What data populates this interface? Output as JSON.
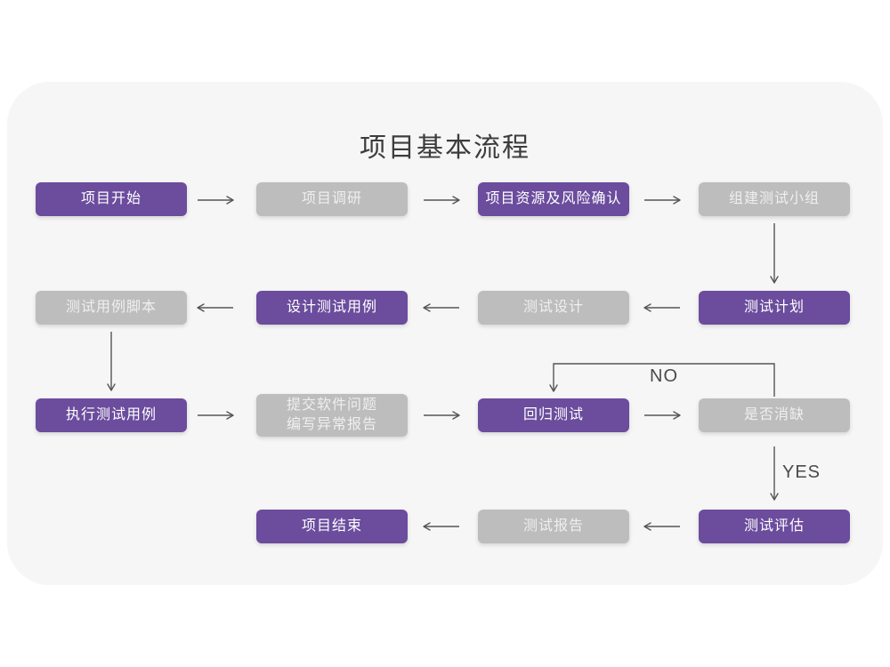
{
  "title": "项目基本流程",
  "colors": {
    "node_purple": "#6B4C9D",
    "node_gray": "#BDBDBD",
    "node_text_on_purple": "#FFFFFF",
    "node_text_on_gray": "#EFEFEF",
    "arrow": "#555555",
    "card_background": "#F6F6F6",
    "page_background": "#FFFFFF",
    "title_text": "#3C3C3C"
  },
  "branch_labels": {
    "no": "NO",
    "yes": "YES"
  },
  "nodes": {
    "project_start": "项目开始",
    "project_research": "项目调研",
    "resource_risk_confirm": "项目资源及风险确认",
    "build_test_team": "组建测试小组",
    "test_case_script": "测试用例脚本",
    "design_test_case": "设计测试用例",
    "test_design": "测试设计",
    "test_plan": "测试计划",
    "execute_test_case": "执行测试用例",
    "submit_issue_line1": "提交软件问题",
    "submit_issue_line2": "编写异常报告",
    "regression_test": "回归测试",
    "defect_resolved": "是否消缺",
    "project_end": "项目结束",
    "test_report": "测试报告",
    "test_evaluation": "测试评估"
  }
}
